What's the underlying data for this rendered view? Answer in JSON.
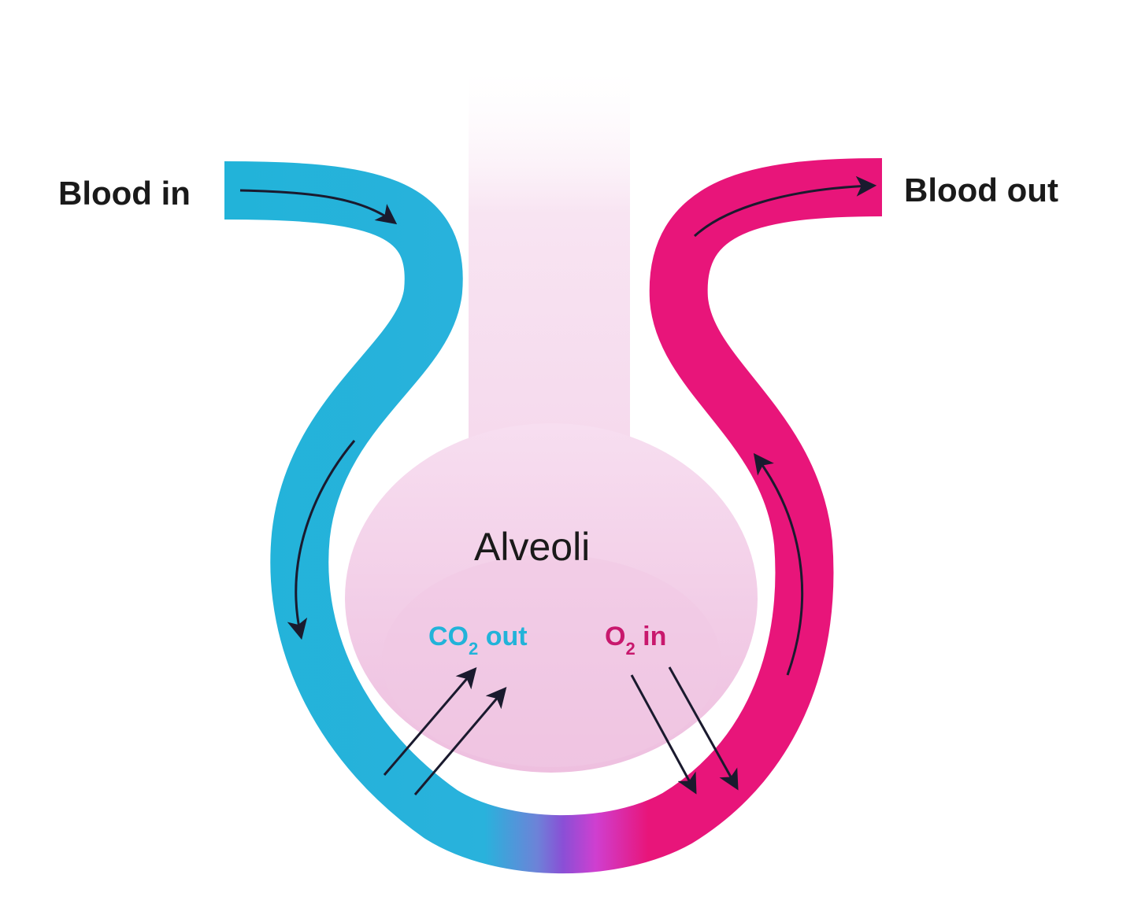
{
  "labels": {
    "blood_in": "Blood in",
    "blood_out": "Blood out",
    "alveoli": "Alveoli",
    "co2_out": {
      "main": "CO",
      "sub": "2",
      "suffix": " out"
    },
    "o2_in": {
      "main": "O",
      "sub": "2",
      "suffix": " in"
    }
  },
  "colors": {
    "deoxygenated_blood": "#22b3d9",
    "oxygenated_blood": "#e8157a",
    "transition": "#8a4fd6",
    "alveolus_fill": "#f3cde6",
    "arrow": "#1a1a2e",
    "text": "#1a1a1a"
  }
}
